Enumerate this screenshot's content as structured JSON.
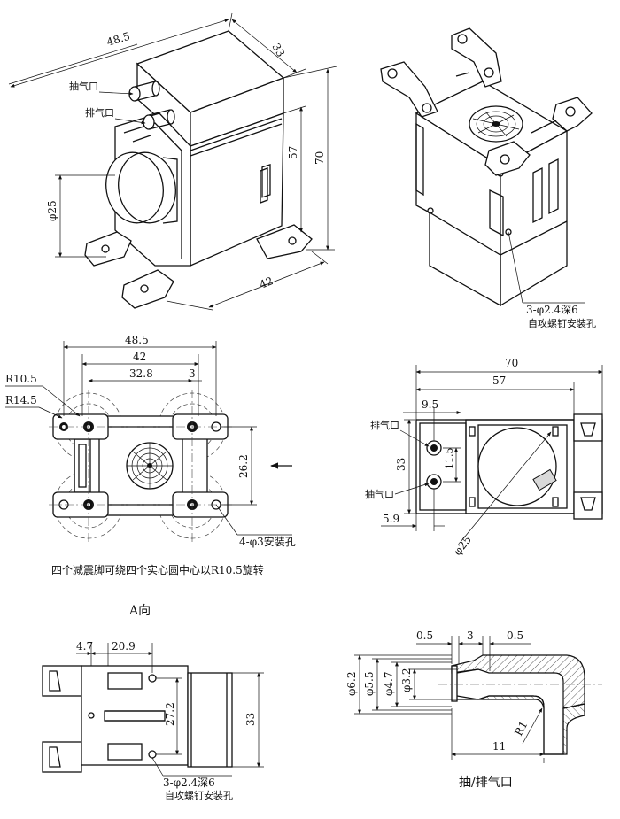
{
  "iso_view": {
    "dim_length": "48.5",
    "dim_depth": "33",
    "dim_body_height": "57",
    "dim_total_height": "70",
    "dim_width": "42",
    "dim_diameter": "φ25",
    "label_intake": "抽气口",
    "label_exhaust": "排气口"
  },
  "rear_iso_view": {
    "hole_note": "3-φ2.4深6",
    "hole_sub": "自攻螺钉安装孔"
  },
  "view_a": {
    "dim_outer": "48.5",
    "dim_42": "42",
    "dim_32_8": "32.8",
    "dim_3": "3",
    "dim_26_2": "26.2",
    "dim_r10_5": "R10.5",
    "dim_r14_5": "R14.5",
    "hole_note": "4-φ3安装孔",
    "rotation_note": "四个减震脚可绕四个实心圆中心以R10.5旋转",
    "view_title": "A向"
  },
  "top_view": {
    "dim_70": "70",
    "dim_57": "57",
    "dim_9_5": "9.5",
    "dim_33": "33",
    "dim_11_5": "11.5",
    "dim_5_9": "5.9",
    "dim_phi25": "φ25",
    "label_exhaust": "排气口",
    "label_intake": "抽气口"
  },
  "bottom_view": {
    "dim_4_7": "4.7",
    "dim_20_9": "20.9",
    "dim_27_2": "27.2",
    "dim_33": "33",
    "hole_note": "3-φ2.4深6",
    "hole_sub": "自攻螺钉安装孔"
  },
  "port_detail": {
    "dim_0_5a": "0.5",
    "dim_3": "3",
    "dim_0_5b": "0.5",
    "dim_phi6_2": "φ6.2",
    "dim_phi5_5": "φ5.5",
    "dim_phi4_7": "φ4.7",
    "dim_phi3_2": "φ3.2",
    "dim_11": "11",
    "dim_r1": "R1",
    "title": "抽/排气口"
  }
}
